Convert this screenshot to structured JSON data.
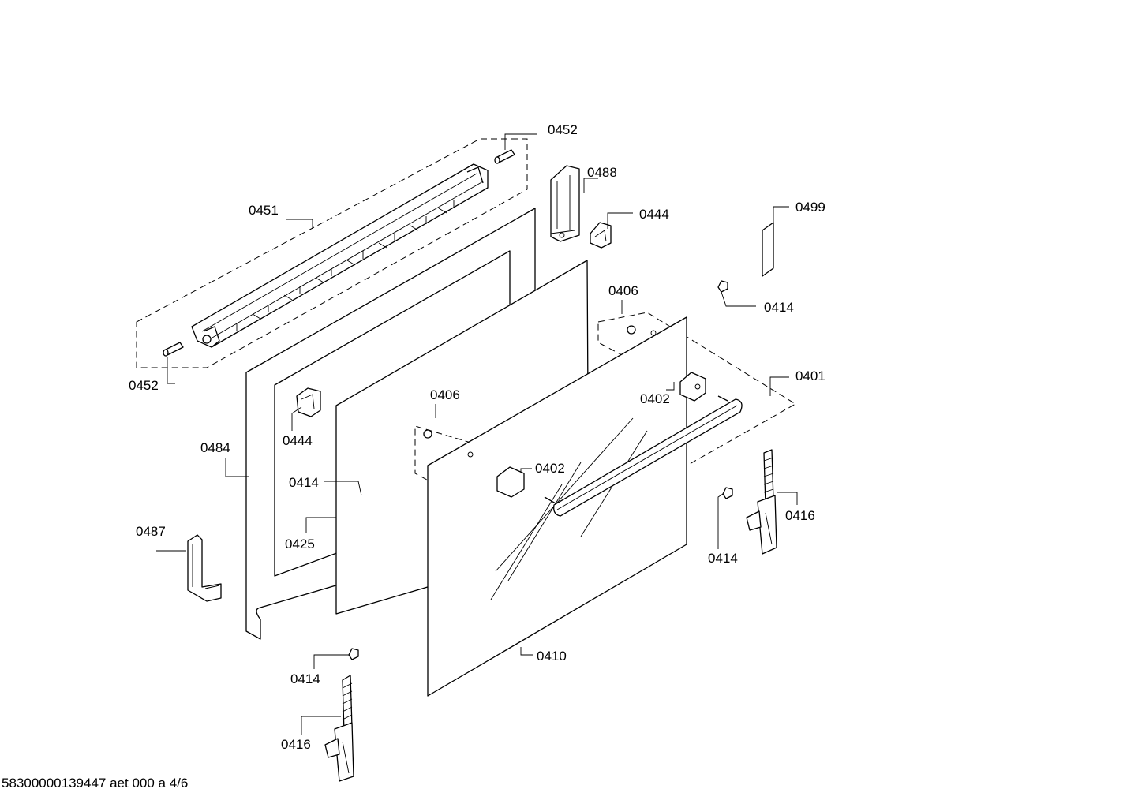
{
  "labels": {
    "l0452_top": "0452",
    "l0488": "0488",
    "l0451": "0451",
    "l0444_top": "0444",
    "l0499": "0499",
    "l0406_top": "0406",
    "l0414_right": "0414",
    "l0452_left": "0452",
    "l0401": "0401",
    "l0406_mid": "0406",
    "l0402_top": "0402",
    "l0444_left": "0444",
    "l0484": "0484",
    "l0402_mid": "0402",
    "l0414_mid": "0414",
    "l0416_right": "0416",
    "l0487": "0487",
    "l0425": "0425",
    "l0414_lowright": "0414",
    "l0410": "0410",
    "l0414_bottom": "0414",
    "l0416_bottom": "0416"
  },
  "footer": {
    "code": "58300000139447 aet 000 a 4/6"
  }
}
